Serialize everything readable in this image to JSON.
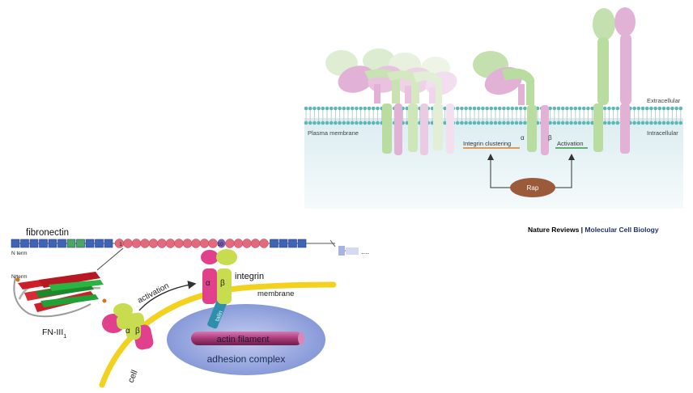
{
  "membrane_panel": {
    "extracellular_label": "Extracellular",
    "intracellular_label": "Intracellular",
    "plasma_membrane_label": "Plasma membrane",
    "integrin_clustering_label": "Integrin clustering",
    "activation_label": "Activation",
    "alpha_label": "α",
    "beta_label": "β",
    "rap_label": "Rap",
    "colors": {
      "alpha_subunit": "#b9dca0",
      "beta_subunit": "#e2b2d6",
      "rap": "#9b5a3a",
      "clustering_underline": "#e07b2a",
      "activation_underline": "#3a9a4a",
      "cytoplasm": "#dcedf1"
    }
  },
  "credit": {
    "journal": "Nature Reviews",
    "separator": " | ",
    "section": "Molecular Cell Biology"
  },
  "fibronectin_panel": {
    "fibronectin_label": "fibronectin",
    "n_term_label": "N term",
    "n_term_label_2": "N term",
    "module_1_label": "1",
    "module_10_label": "10",
    "fn_label": "FN-III",
    "fn_subscript": "1",
    "activation_label": "activation",
    "integrin_label": "integrin",
    "membrane_label": "membrane",
    "alpha_label": "α",
    "beta_label": "β",
    "alpha_label_2": "α",
    "beta_label_2": "β",
    "talin_label": "talin",
    "actin_label": "actin filament",
    "adhesion_label": "adhesion complex",
    "cell_label": "cell",
    "colors": {
      "alpha_subunit": "#e0408c",
      "beta_subunit": "#c8dc50",
      "membrane": "#f2d21e",
      "adhesion": "#8aa0d8",
      "actin": "#a83a78",
      "talin": "#2d8faa",
      "module_blue": "#3e64b8",
      "module_red": "#e36a7e",
      "module_green": "#4aa860"
    }
  }
}
